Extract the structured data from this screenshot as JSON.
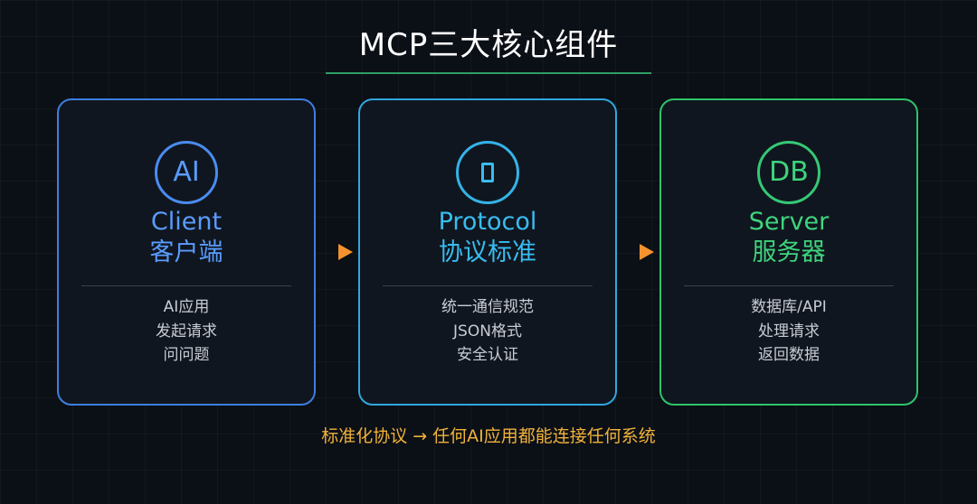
{
  "title": "MCP三大核心组件",
  "cards": [
    {
      "badge": "AI",
      "name_en": "Client",
      "name_zh": "客户端",
      "lines": [
        "AI应用",
        "发起请求",
        "问问题"
      ],
      "color": "#3d7fe0"
    },
    {
      "badge_icon": "document-icon",
      "name_en": "Protocol",
      "name_zh": "协议标准",
      "lines": [
        "统一通信规范",
        "JSON格式",
        "安全认证"
      ],
      "color": "#2fa7df"
    },
    {
      "badge": "DB",
      "name_en": "Server",
      "name_zh": "服务器",
      "lines": [
        "数据库/API",
        "处理请求",
        "返回数据"
      ],
      "color": "#2ec46b"
    }
  ],
  "arrow_color": "#f5922e",
  "footer": "标准化协议 → 任何AI应用都能连接任何系统",
  "footer_color": "#f0b23a"
}
